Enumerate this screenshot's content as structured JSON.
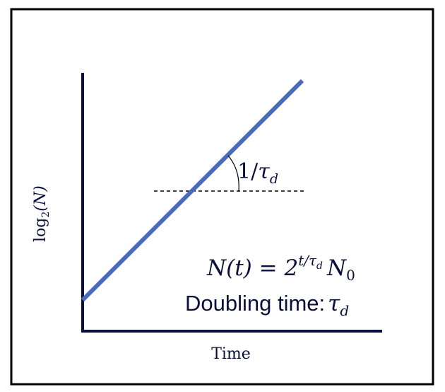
{
  "diagram": {
    "xlabel": "Time",
    "ylabel_main": "log",
    "ylabel_sub": "2",
    "ylabel_arg": "(N)",
    "slope_label": {
      "numerator": "1/",
      "tau": "τ",
      "sub": "d"
    },
    "formula": {
      "lhs": "N(t) = 2",
      "exp_t": "t/",
      "exp_tau": "τ",
      "exp_sub": "d",
      "rhs_N": "N",
      "rhs_sub": "0"
    },
    "doubling": {
      "label": "Doubling time:",
      "tau": "τ",
      "sub": "d"
    },
    "colors": {
      "frame": "#000000",
      "axes": "#0b0f3b",
      "line": "#4a6abd",
      "text": "#0b0f3b"
    }
  }
}
